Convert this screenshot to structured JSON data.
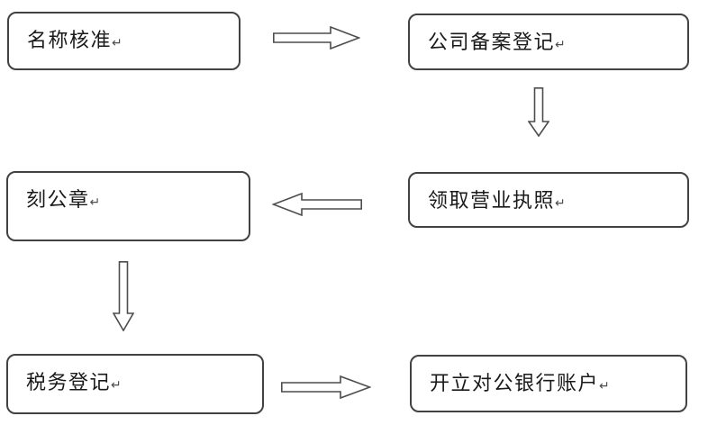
{
  "colors": {
    "background": "#ffffff",
    "box_border": "#424242",
    "arrow_outline": "#4d4d4d",
    "text": "#1a1a1a"
  },
  "return_mark": "↵",
  "nodes": [
    {
      "id": "name-approval",
      "label": "名称核准"
    },
    {
      "id": "company-filing",
      "label": "公司备案登记"
    },
    {
      "id": "seal-carving",
      "label": "刻公章"
    },
    {
      "id": "business-license",
      "label": "领取营业执照"
    },
    {
      "id": "tax-registration",
      "label": "税务登记"
    },
    {
      "id": "bank-account",
      "label": "开立对公银行账户"
    }
  ],
  "edges": [
    {
      "from": "名称核准",
      "to": "公司备案登记",
      "direction": "right"
    },
    {
      "from": "公司备案登记",
      "to": "领取营业执照",
      "direction": "down"
    },
    {
      "from": "领取营业执照",
      "to": "刻公章",
      "direction": "left"
    },
    {
      "from": "刻公章",
      "to": "税务登记",
      "direction": "down"
    },
    {
      "from": "税务登记",
      "to": "开立对公银行账户",
      "direction": "right"
    }
  ]
}
